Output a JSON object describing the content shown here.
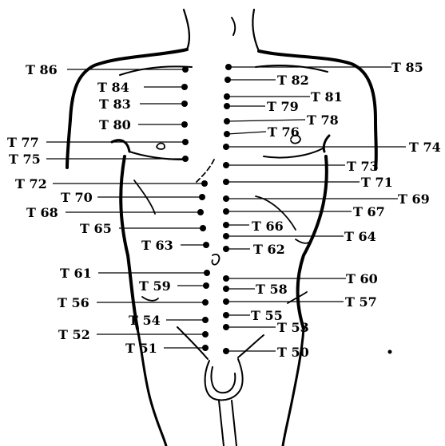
{
  "figure": {
    "subject": "acupuncture points on front of male torso",
    "points": [
      {
        "id": "T86",
        "label": "T 86"
      },
      {
        "id": "T85",
        "label": "T 85"
      },
      {
        "id": "T84",
        "label": "T 84"
      },
      {
        "id": "T82",
        "label": "T 82"
      },
      {
        "id": "T83",
        "label": "T 83"
      },
      {
        "id": "T81",
        "label": "T 81"
      },
      {
        "id": "T79",
        "label": "T 79"
      },
      {
        "id": "T80",
        "label": "T 80"
      },
      {
        "id": "T78",
        "label": "T 78"
      },
      {
        "id": "T76",
        "label": "T 76"
      },
      {
        "id": "T77",
        "label": "T 77"
      },
      {
        "id": "T74",
        "label": "T 74"
      },
      {
        "id": "T75",
        "label": "T 75"
      },
      {
        "id": "T73",
        "label": "T 73"
      },
      {
        "id": "T72",
        "label": "T 72"
      },
      {
        "id": "T71",
        "label": "T 71"
      },
      {
        "id": "T70",
        "label": "T 70"
      },
      {
        "id": "T69",
        "label": "T 69"
      },
      {
        "id": "T68",
        "label": "T 68"
      },
      {
        "id": "T67",
        "label": "T 67"
      },
      {
        "id": "T65",
        "label": "T 65"
      },
      {
        "id": "T66",
        "label": "T 66"
      },
      {
        "id": "T64",
        "label": "T 64"
      },
      {
        "id": "T63",
        "label": "T 63"
      },
      {
        "id": "T62",
        "label": "T 62"
      },
      {
        "id": "T61",
        "label": "T 61"
      },
      {
        "id": "T60",
        "label": "T 60"
      },
      {
        "id": "T59",
        "label": "T 59"
      },
      {
        "id": "T58",
        "label": "T 58"
      },
      {
        "id": "T56",
        "label": "T 56"
      },
      {
        "id": "T57",
        "label": "T 57"
      },
      {
        "id": "T55",
        "label": "T 55"
      },
      {
        "id": "T54",
        "label": "T 54"
      },
      {
        "id": "T53",
        "label": "T 53"
      },
      {
        "id": "T52",
        "label": "T 52"
      },
      {
        "id": "T51",
        "label": "T 51"
      },
      {
        "id": "T50",
        "label": "T 50"
      }
    ]
  }
}
